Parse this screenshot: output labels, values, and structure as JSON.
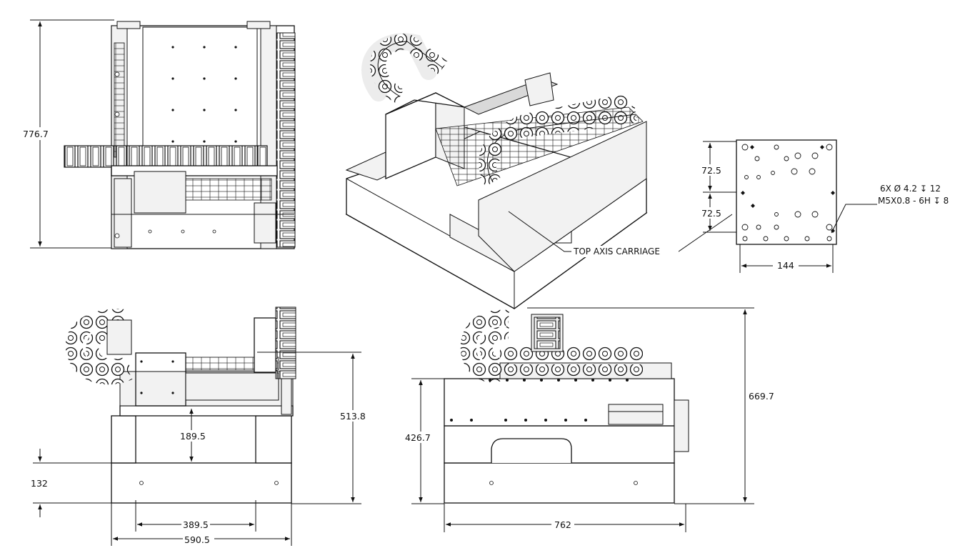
{
  "views": {
    "top_view": {
      "height_dim": "776.7"
    },
    "isometric_view": {
      "callout": "TOP AXIS CARRIAGE"
    },
    "carriage_detail": {
      "dim_upper": "72.5",
      "dim_lower": "72.5",
      "dim_width": "144",
      "hole_note_line1": "6X  Ø 4.2 ↧ 12",
      "hole_note_line2": "M5X0.8 - 6H ↧ 8"
    },
    "front_view": {
      "dim_total_height": "513.8",
      "dim_carriage_height": "189.5",
      "dim_base_height": "132",
      "dim_inner_width": "389.5",
      "dim_overall_width": "590.5"
    },
    "side_view": {
      "dim_total_height": "669.7",
      "dim_base_height": "426.7",
      "dim_width": "762"
    }
  },
  "colors": {
    "line": "#111111",
    "background": "#ffffff",
    "shade": "#f2f2f2"
  }
}
